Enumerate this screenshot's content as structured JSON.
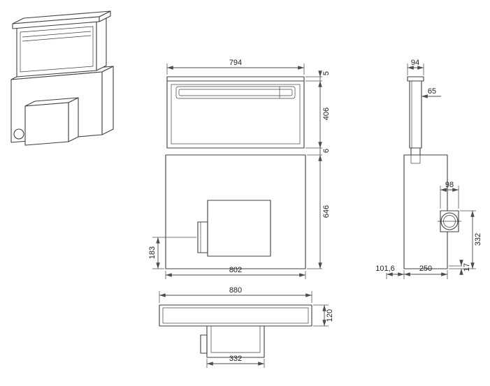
{
  "drawing": {
    "type": "technical-dimension-drawing",
    "views": {
      "front": {
        "dims": {
          "top_width": "794",
          "cap_height": "5",
          "panel_height": "406",
          "gap": "6",
          "body_height": "646",
          "outlet_offset": "183",
          "bottom_width": "802"
        }
      },
      "side": {
        "dims": {
          "panel_depth": "94",
          "top_offset": "65",
          "outlet_width": "98",
          "outlet_height": "332",
          "front_offset": "101,6",
          "body_depth": "250",
          "edge": "17"
        }
      },
      "plan": {
        "dims": {
          "total_width": "880",
          "depth": "120",
          "duct_width": "332"
        }
      }
    }
  },
  "style": {
    "background": "#ffffff",
    "line_color": "#3f3f3f",
    "dim_color": "#4d4d4d",
    "text_color": "#1f1f1f"
  }
}
